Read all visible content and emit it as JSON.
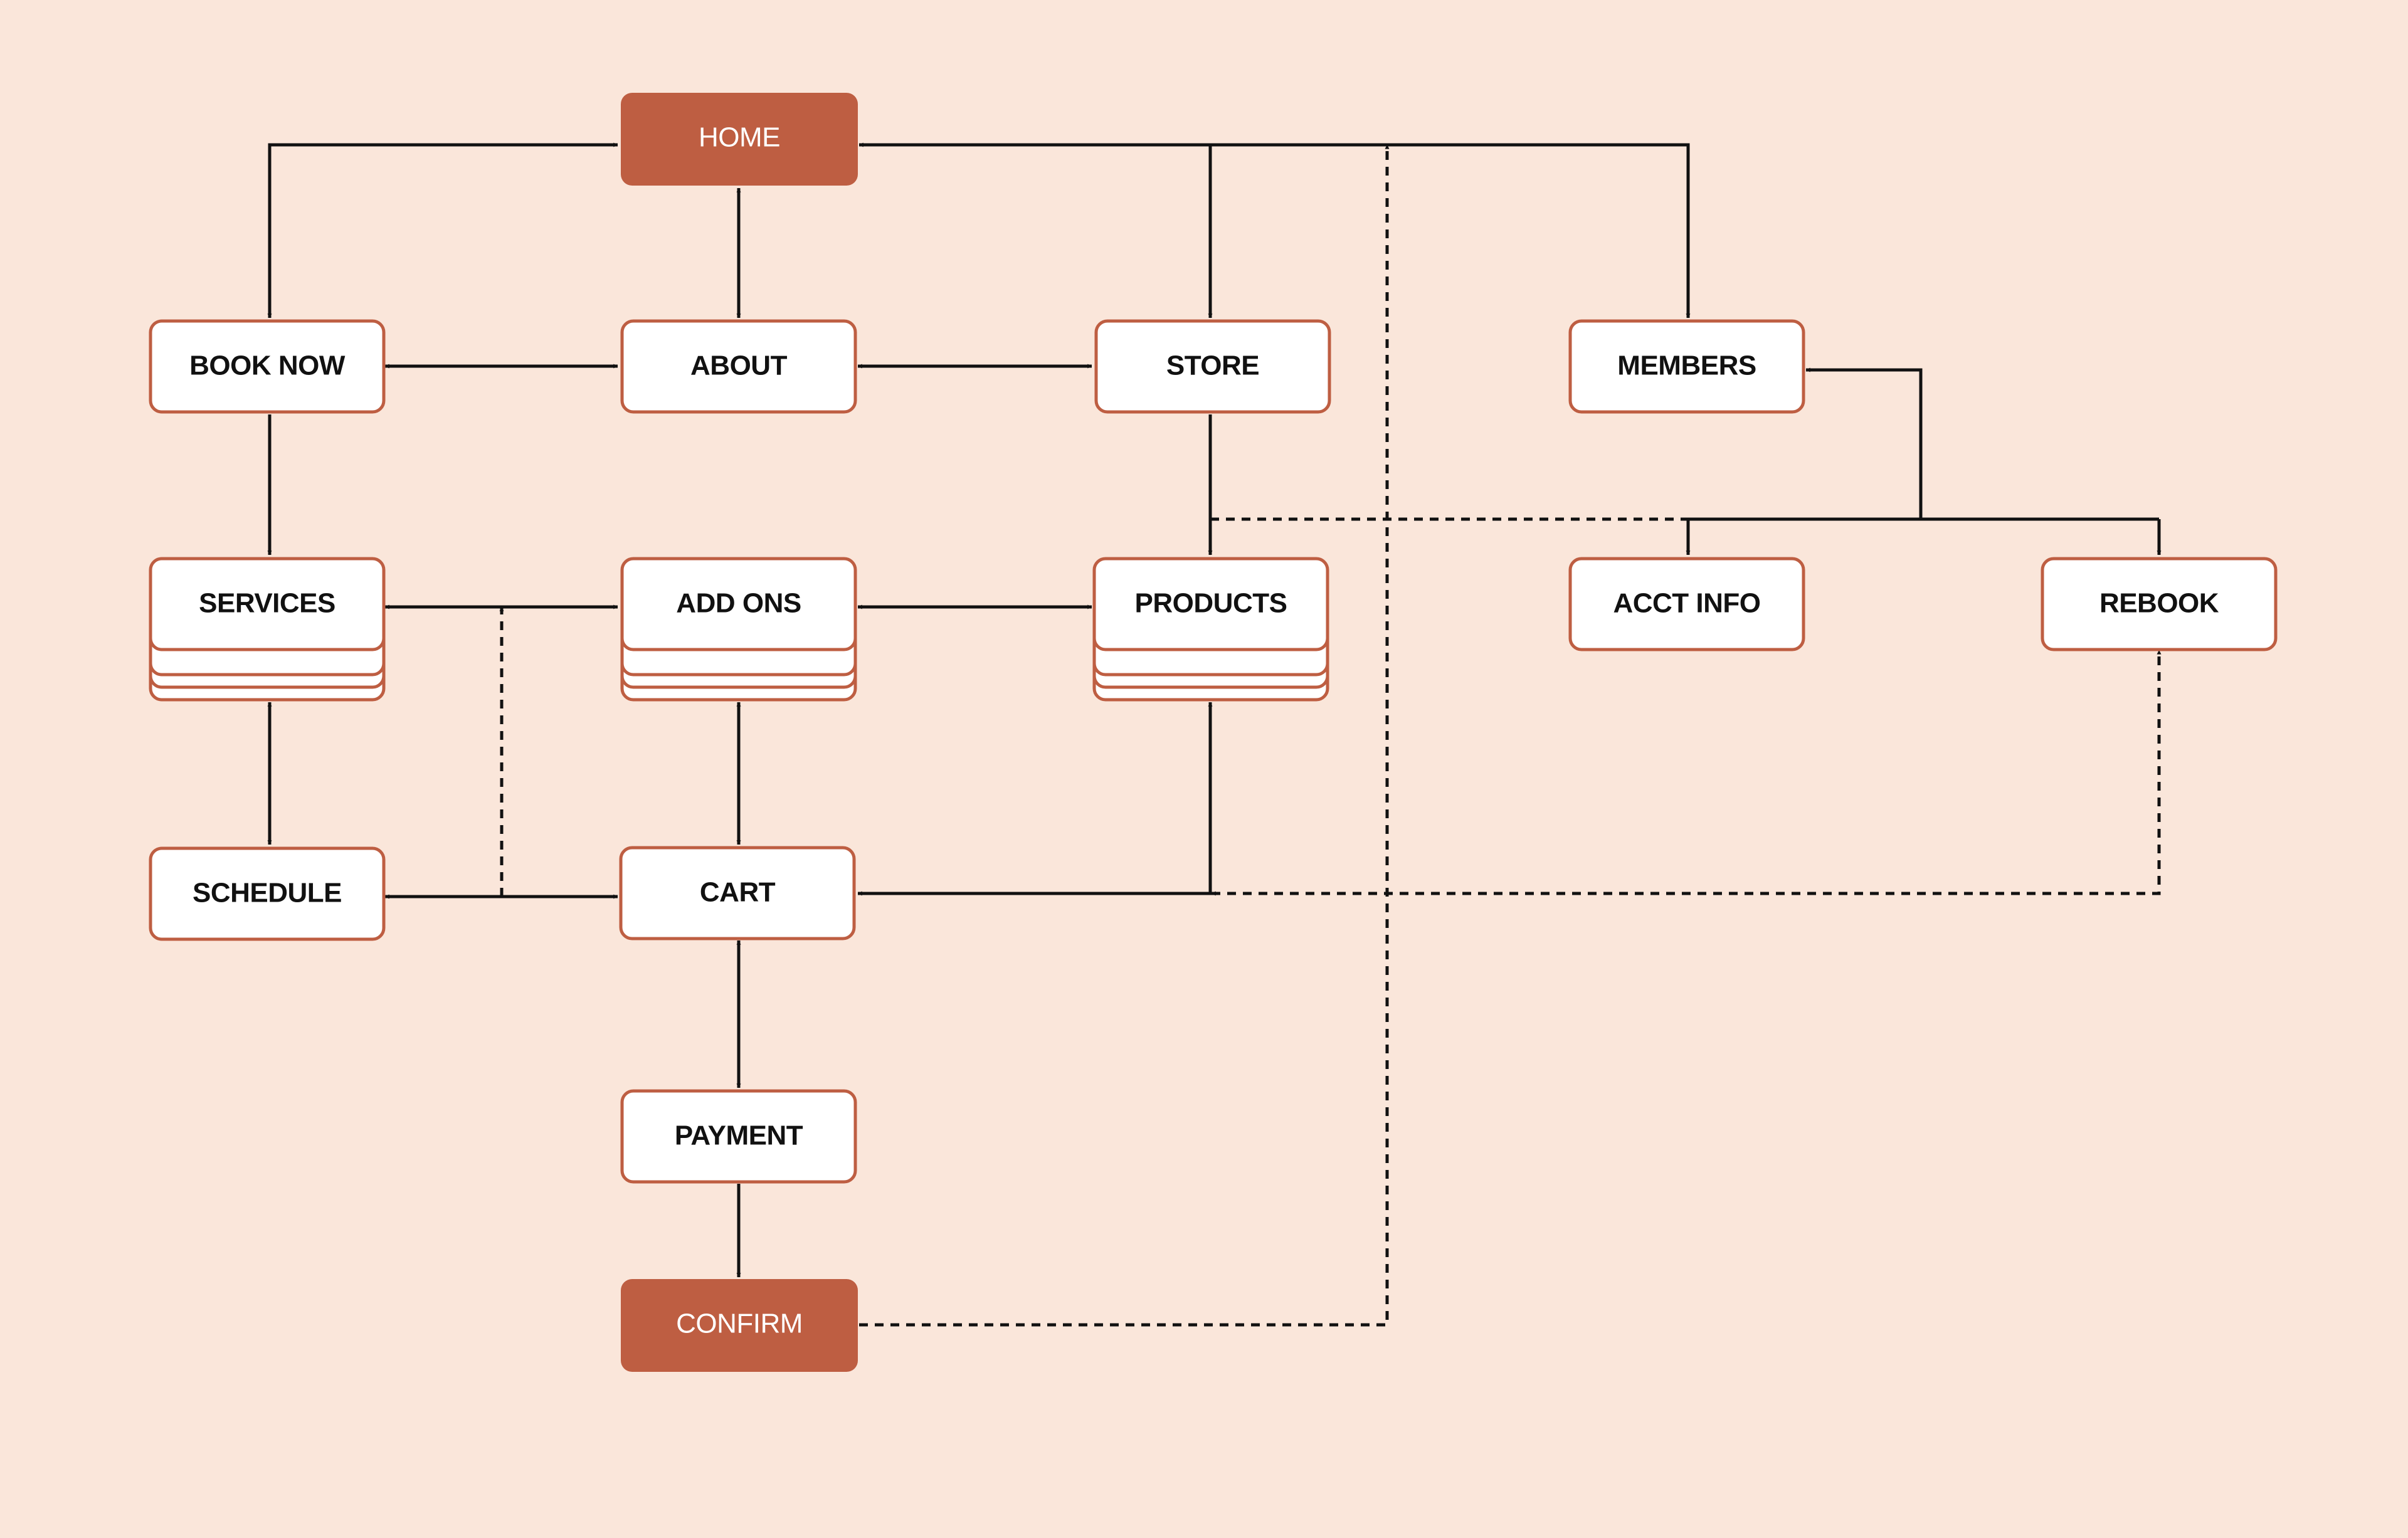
{
  "colors": {
    "background": "#FAE6DA",
    "primary_fill": "#BE5E42",
    "node_fill": "#FFFFFF",
    "node_border": "#BE5E42",
    "line": "#111111"
  },
  "nodes": {
    "home": "HOME",
    "book_now": "BOOK NOW",
    "about": "ABOUT",
    "store": "STORE",
    "members": "MEMBERS",
    "services": "SERVICES",
    "add_ons": "ADD ONS",
    "products": "PRODUCTS",
    "acct_info": "ACCT INFO",
    "rebook": "REBOOK",
    "schedule": "SCHEDULE",
    "cart": "CART",
    "payment": "PAYMENT",
    "confirm": "CONFIRM"
  },
  "node_styles": {
    "home": "primary",
    "confirm": "primary",
    "services": "stacked",
    "add_ons": "stacked",
    "products": "stacked"
  },
  "edges": [
    {
      "from": "home",
      "to": "book_now",
      "style": "solid",
      "arrows": "both"
    },
    {
      "from": "home",
      "to": "about",
      "style": "solid",
      "arrows": "both"
    },
    {
      "from": "home",
      "to": "store",
      "style": "solid",
      "arrows": "both"
    },
    {
      "from": "home",
      "to": "members",
      "style": "solid",
      "arrows": "both"
    },
    {
      "from": "book_now",
      "to": "about",
      "style": "solid",
      "arrows": "both"
    },
    {
      "from": "about",
      "to": "store",
      "style": "solid",
      "arrows": "both"
    },
    {
      "from": "book_now",
      "to": "services",
      "style": "solid",
      "arrows": "end"
    },
    {
      "from": "store",
      "to": "products",
      "style": "solid",
      "arrows": "end"
    },
    {
      "from": "members",
      "to": "acct_info",
      "style": "solid",
      "arrows": "both"
    },
    {
      "from": "members",
      "to": "rebook",
      "style": "solid",
      "arrows": "both"
    },
    {
      "from": "store",
      "to": "acct_info",
      "style": "dashed",
      "arrows": "end"
    },
    {
      "from": "services",
      "to": "add_ons",
      "style": "solid",
      "arrows": "both"
    },
    {
      "from": "add_ons",
      "to": "products",
      "style": "solid",
      "arrows": "both"
    },
    {
      "from": "services",
      "to": "schedule",
      "style": "solid",
      "arrows": "both"
    },
    {
      "from": "add_ons",
      "to": "cart",
      "style": "solid",
      "arrows": "both"
    },
    {
      "from": "schedule",
      "to": "cart",
      "style": "solid",
      "arrows": "both"
    },
    {
      "from": "schedule",
      "to": "services",
      "style": "dashed",
      "arrows": "end"
    },
    {
      "from": "cart",
      "to": "products",
      "style": "solid",
      "arrows": "both"
    },
    {
      "from": "rebook",
      "to": "cart",
      "style": "dashed",
      "arrows": "both"
    },
    {
      "from": "cart",
      "to": "payment",
      "style": "solid",
      "arrows": "both"
    },
    {
      "from": "payment",
      "to": "confirm",
      "style": "solid",
      "arrows": "end"
    },
    {
      "from": "confirm",
      "to": "home",
      "style": "dashed",
      "arrows": "end"
    }
  ]
}
